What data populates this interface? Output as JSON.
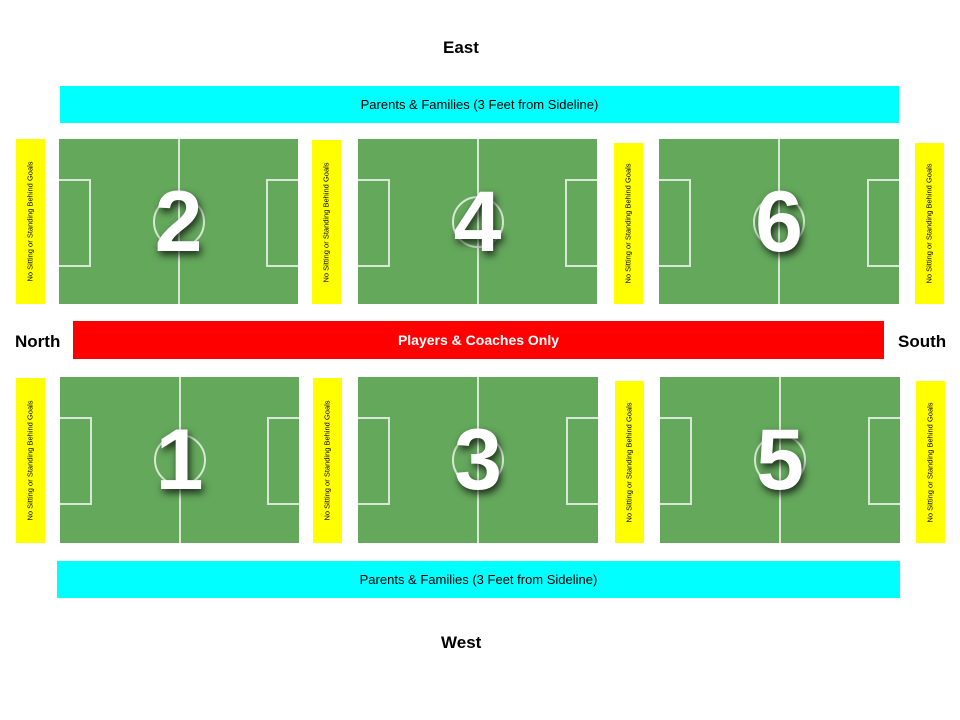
{
  "directions": {
    "east": "East",
    "west": "West",
    "north": "North",
    "south": "South"
  },
  "zones": {
    "spectators_top": "Parents & Families (3 Feet from Sideline)",
    "spectators_bottom": "Parents & Families (3 Feet from Sideline)",
    "players": "Players & Coaches Only",
    "behind_goals": "No Sitting or Standing Behind Goals"
  },
  "fields": {
    "top": [
      "2",
      "4",
      "6"
    ],
    "bottom": [
      "1",
      "3",
      "5"
    ]
  },
  "colors": {
    "spectator": "#00ffff",
    "players": "#ff0000",
    "no_standing": "#ffff00",
    "field": "#64a85c"
  }
}
